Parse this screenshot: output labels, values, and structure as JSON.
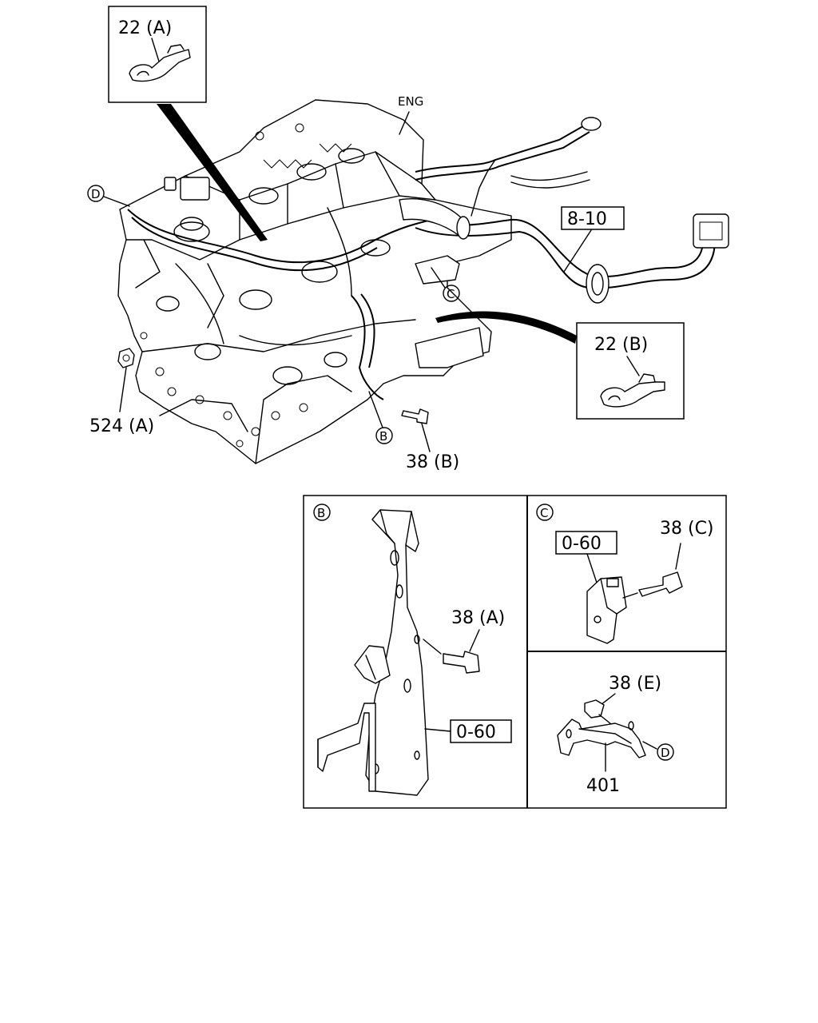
{
  "callouts": {
    "clip_a": "22 (A)",
    "clip_b": "22 (B)",
    "eng": "ENG",
    "ref_8_10": "8-10",
    "nut_524a": "524 (A)",
    "bolt_38b": "38 (B)",
    "bolt_38a": "38 (A)",
    "bolt_38c": "38 (C)",
    "bolt_38e": "38 (E)",
    "ref_0_60_b": "0-60",
    "ref_0_60_c": "0-60",
    "part_401": "401"
  },
  "circle_markers": {
    "b": "B",
    "c": "C",
    "d": "D"
  }
}
